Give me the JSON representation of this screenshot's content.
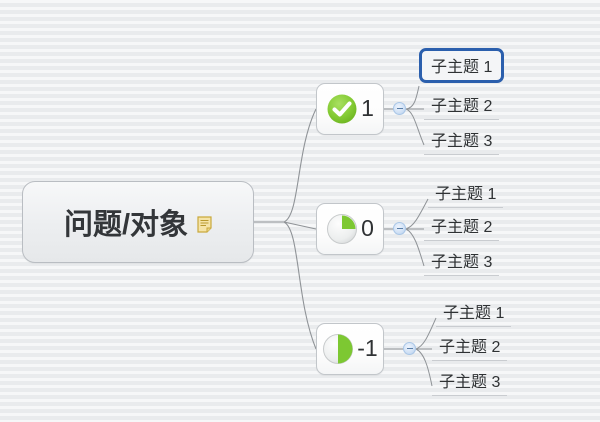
{
  "canvas": {
    "background_color": "#eceef0",
    "accent_green": "#7dc832",
    "selection_blue": "#2b5fad",
    "note_icon_color": "#e8c65a"
  },
  "root": {
    "label": "问题/对象",
    "note_icon": "note-icon"
  },
  "branches": [
    {
      "id": "branch-1",
      "icon": "check-circle-icon",
      "value": "1",
      "icon_fill_percent": 100,
      "collapse_toggle": "minus",
      "children": [
        {
          "label": "子主题 1",
          "selected": true
        },
        {
          "label": "子主题 2",
          "selected": false
        },
        {
          "label": "子主题 3",
          "selected": false
        }
      ]
    },
    {
      "id": "branch-2",
      "icon": "pie-quarter-icon",
      "value": "0",
      "icon_fill_percent": 25,
      "collapse_toggle": "minus",
      "children": [
        {
          "label": "子主题 1",
          "selected": false
        },
        {
          "label": "子主题 2",
          "selected": false
        },
        {
          "label": "子主题 3",
          "selected": false
        }
      ]
    },
    {
      "id": "branch-3",
      "icon": "pie-half-icon",
      "value": "-1",
      "icon_fill_percent": 50,
      "collapse_toggle": "minus",
      "children": [
        {
          "label": "子主题 1",
          "selected": false
        },
        {
          "label": "子主题 2",
          "selected": false
        },
        {
          "label": "子主题 3",
          "selected": false
        }
      ]
    }
  ]
}
